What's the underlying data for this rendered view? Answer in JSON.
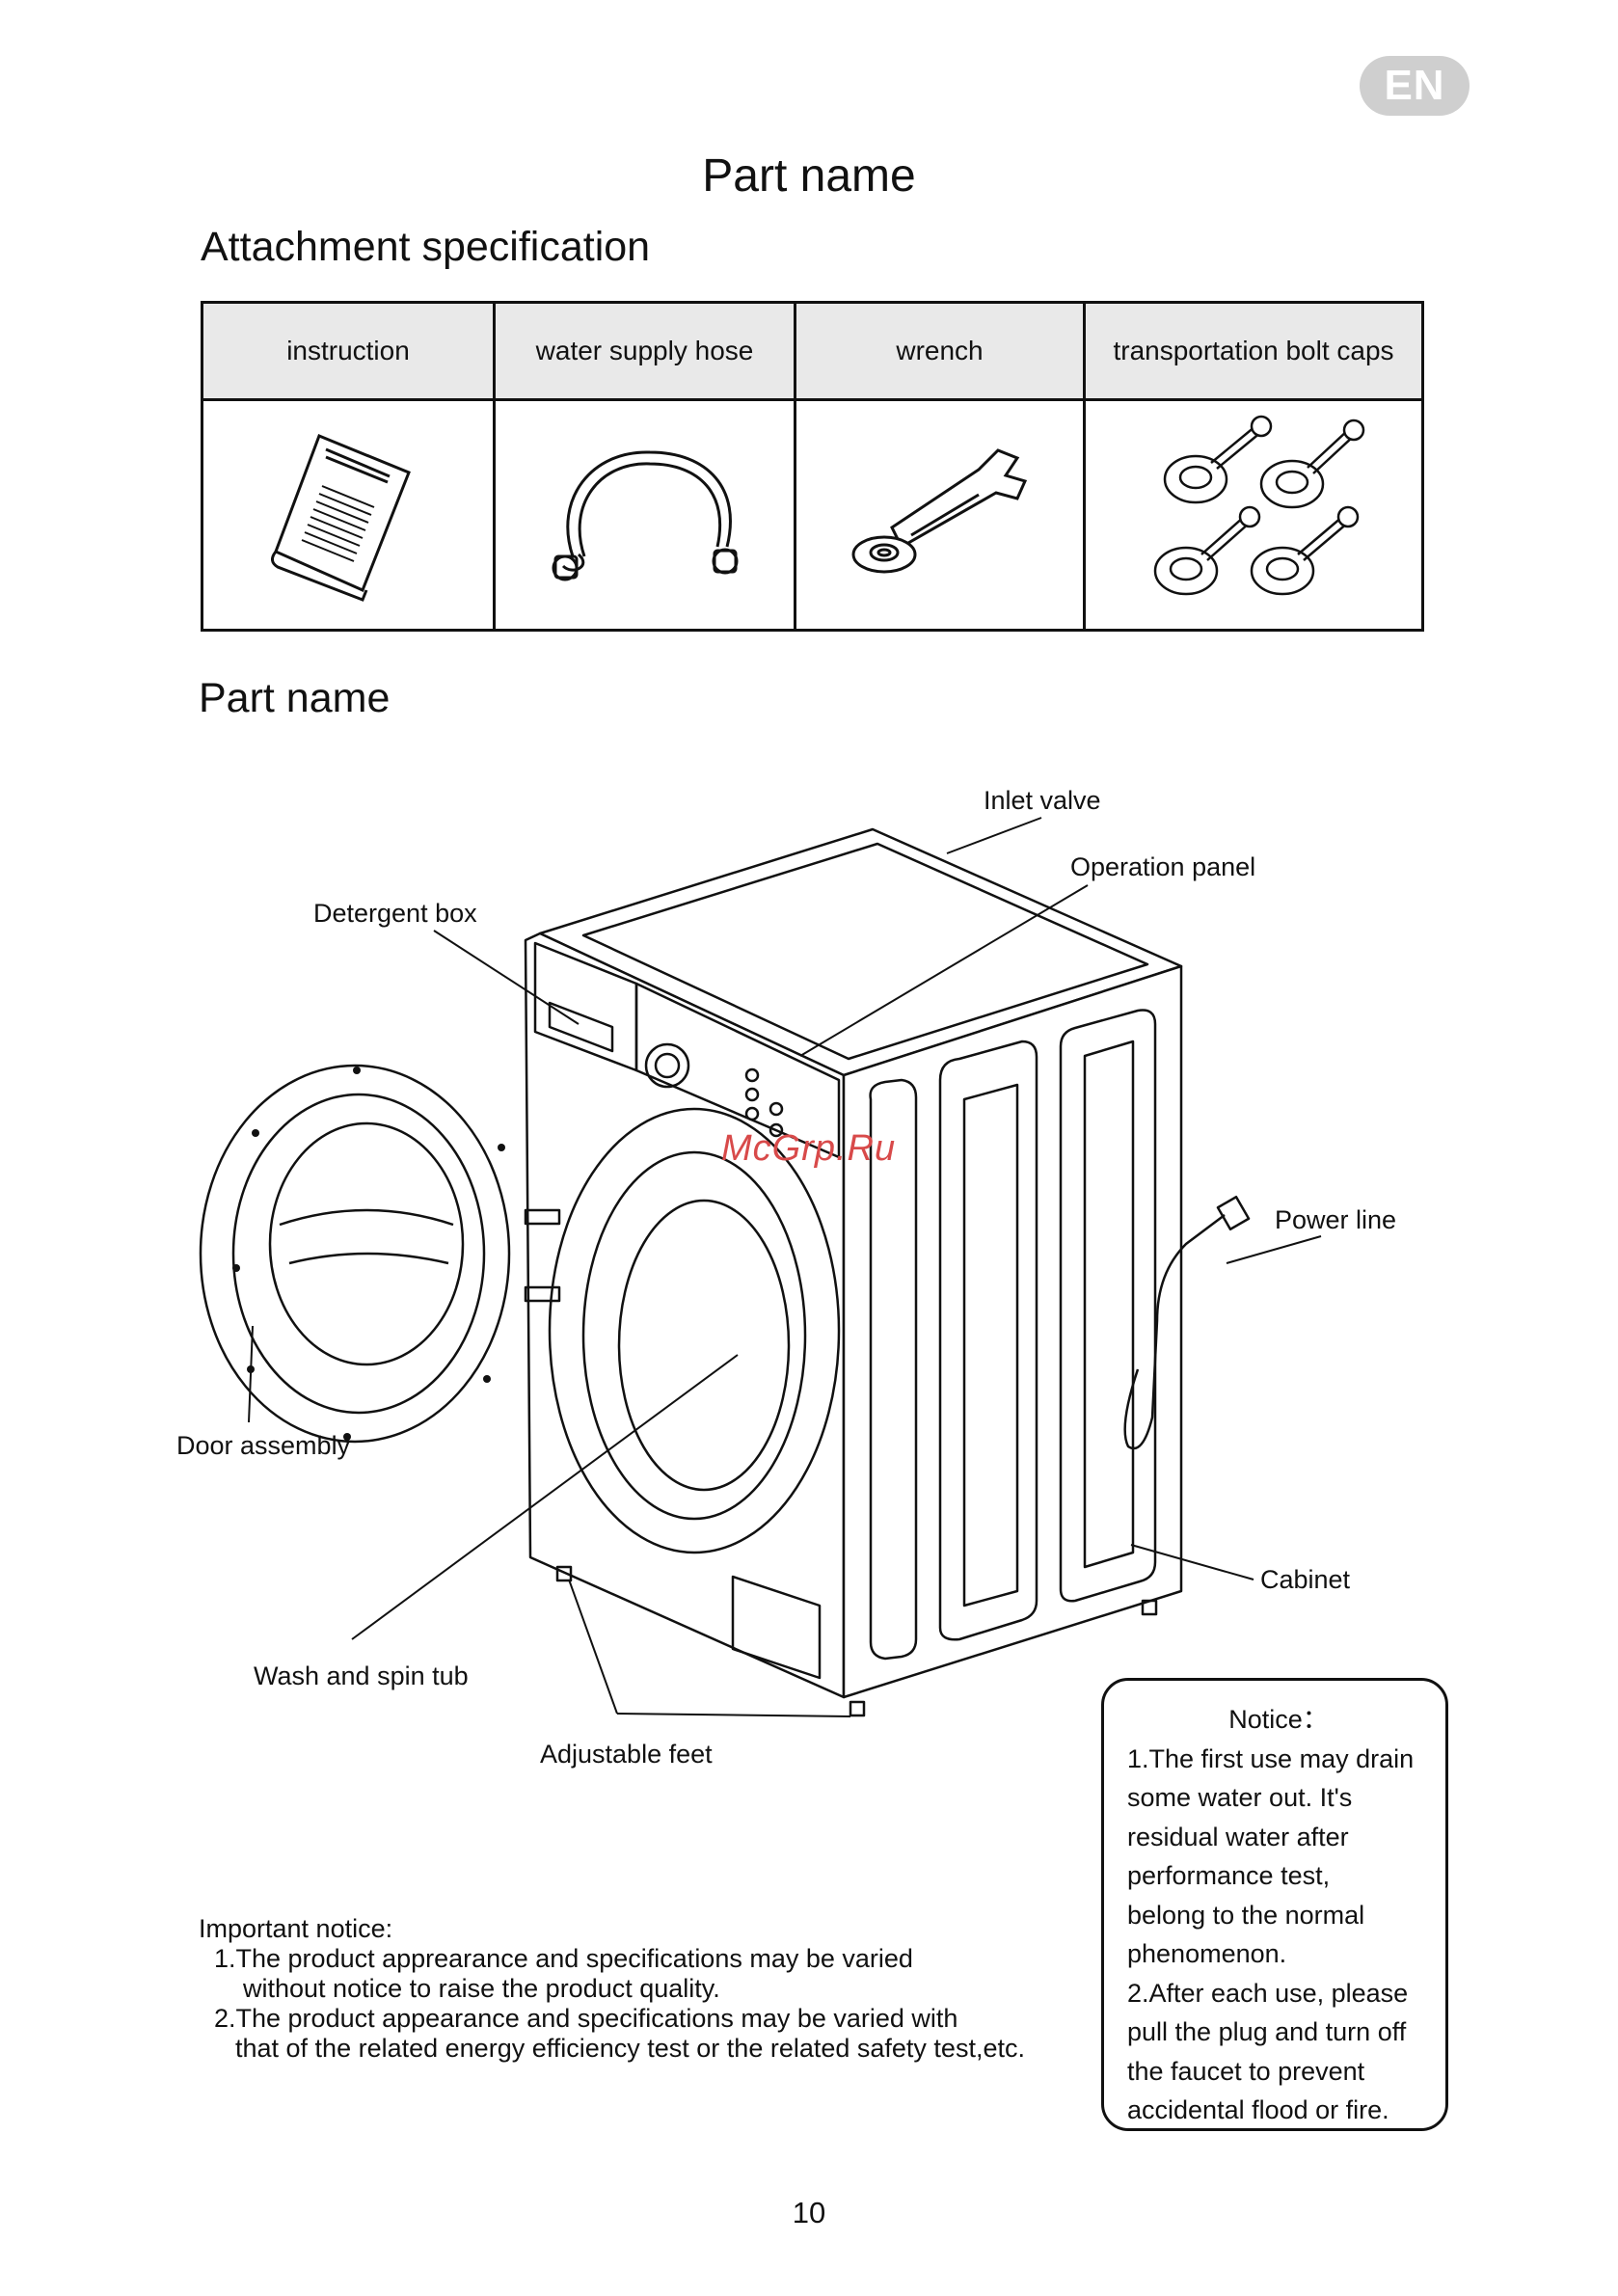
{
  "language_badge": "EN",
  "page_title": "Part name",
  "attachment_title": "Attachment specification",
  "attachments": [
    {
      "label": "instruction",
      "icon": "manual-booklet-icon"
    },
    {
      "label": "water supply hose",
      "icon": "hose-icon"
    },
    {
      "label": "wrench",
      "icon": "wrench-icon"
    },
    {
      "label": "transportation bolt caps",
      "icon": "bolt-caps-icon"
    }
  ],
  "partname_title": "Part name",
  "diagram_labels": {
    "inlet_valve": "Inlet valve",
    "operation_panel": "Operation panel",
    "detergent_box": "Detergent box",
    "power_line": "Power line",
    "door_assembly": "Door assembly",
    "cabinet": "Cabinet",
    "wash_spin_tub": "Wash and spin tub",
    "adjustable_feet": "Adjustable feet"
  },
  "watermark": "McGrp.Ru",
  "notice": {
    "title": "Notice：",
    "lines": [
      "1.The first use may drain",
      "some water out. It's",
      "residual water after",
      "performance test,",
      "belong to the normal",
      "phenomenon.",
      "2.After each use, please",
      "pull the plug and turn off",
      "the faucet to prevent",
      "accidental flood or fire."
    ]
  },
  "important_notice": {
    "title": "Important notice:",
    "lines": [
      "1.The product apprearance and specifications may be varied",
      "without notice to raise the product quality.",
      "2.The product appearance and specifications may be varied with",
      "that of the related energy efficiency test or the related safety test,etc."
    ]
  },
  "page_number": "10"
}
